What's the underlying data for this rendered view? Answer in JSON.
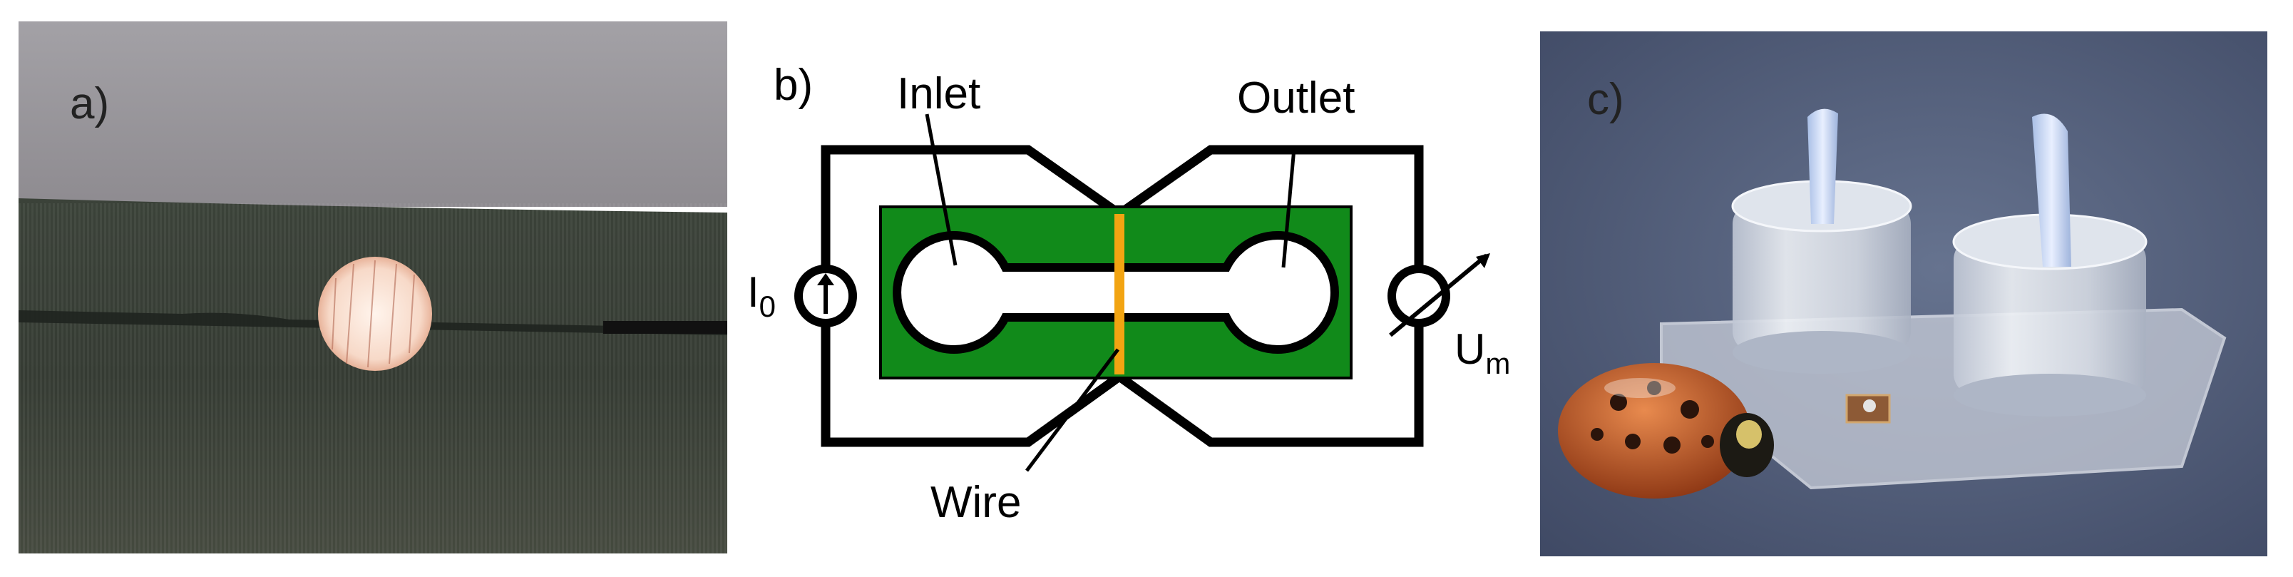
{
  "panels": {
    "a": {
      "label": "a)"
    },
    "b": {
      "label": "b)",
      "inlet_label": "Inlet",
      "outlet_label": "Outlet",
      "wire_label": "Wire",
      "current_source_label": "I",
      "current_source_subscript": "0",
      "voltmeter_label": "U",
      "voltmeter_subscript": "m"
    },
    "c": {
      "label": "c)"
    }
  },
  "colors": {
    "chip_green": "#118a1a",
    "wire_orange": "#f2a412",
    "circuit_black": "#000000",
    "fabric_dark": "#353c33",
    "photo_bg_gray": "#9a979c",
    "photo_c_bg": "#52607e",
    "beetle_orange": "#c2531f"
  },
  "icons": {
    "current_source": "current-source-icon",
    "voltmeter": "voltmeter-icon"
  }
}
